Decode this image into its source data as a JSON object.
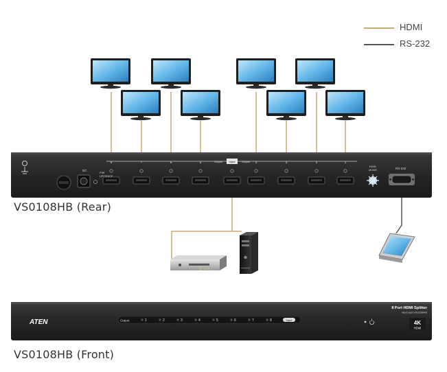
{
  "legend": {
    "items": [
      {
        "label": "HDMI",
        "color": "#c8a96a"
      },
      {
        "label": "RS-232",
        "color": "#555555"
      }
    ]
  },
  "rear": {
    "caption": "VS0108HB (Rear)",
    "port_numbers": [
      "8",
      "7",
      "6",
      "5",
      "4",
      "3",
      "2",
      "1"
    ],
    "output_label": "Output",
    "input_label": "Input",
    "output_label_2": "Output",
    "fw_label": "F/W\nUPGRADE",
    "edid_label": "EDID\nMODE",
    "rs232_label": "RS-232"
  },
  "front": {
    "caption": "VS0108HB (Front)",
    "brand": "ATEN",
    "title": "8 Port HDMI Splitter",
    "subtitle": "VanCryst VS0108HB",
    "output_label": "Output",
    "port_numbers": [
      "1",
      "2",
      "3",
      "4",
      "5",
      "6",
      "7",
      "8"
    ],
    "input_label": "Input",
    "badge_top": "4K",
    "badge_bottom": "HDMI"
  },
  "colors": {
    "panel": "#2a2a2c",
    "hdmi_cable": "#c8a96a",
    "rs232_cable": "#555555",
    "screen": "#5fb3e6"
  }
}
